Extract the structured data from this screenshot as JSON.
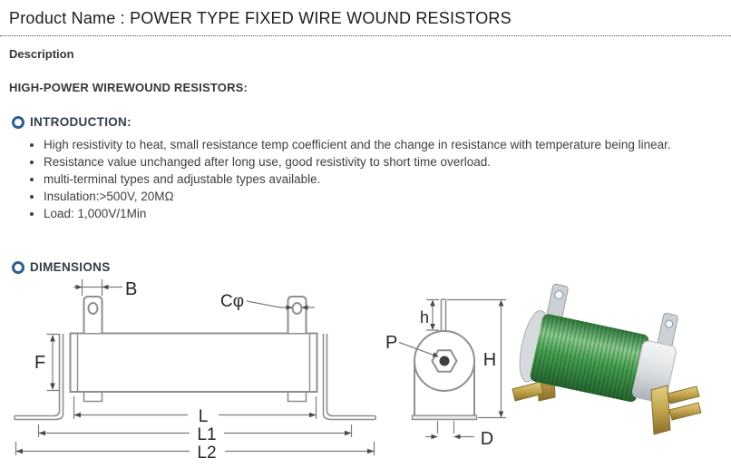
{
  "header": {
    "product_label": "Product Name :",
    "product_name": "POWER TYPE FIXED WIRE WOUND RESISTORS"
  },
  "description": {
    "heading": "Description",
    "subtitle": "HIGH-POWER WIREWOUND RESISTORS:"
  },
  "introduction": {
    "heading": "INTRODUCTION:",
    "bullets": [
      "High resistivity to heat, small resistance temp coefficient and the change in resistance with temperature being linear.",
      "Resistance value unchanged after long use, good resistivity to short time overload.",
      "multi-terminal types and adjustable types available.",
      "Insulation:>500V, 20MΩ",
      "Load: 1,000V/1Min"
    ]
  },
  "dimensions": {
    "heading": "DIMENSIONS",
    "labels": {
      "B": "B",
      "C_phi": "Cφ",
      "F": "F",
      "L": "L",
      "L1": "L1",
      "L2": "L2",
      "h": "h",
      "P": "P",
      "H": "H",
      "D": "D"
    }
  },
  "colors": {
    "accent_ring": "#2b5f92",
    "heading_text": "#333d4a",
    "body_text": "#3f3f3f",
    "drawing_line": "#8f8f8f",
    "photo_green": "#44a04f",
    "photo_brass": "#c2a44e"
  }
}
